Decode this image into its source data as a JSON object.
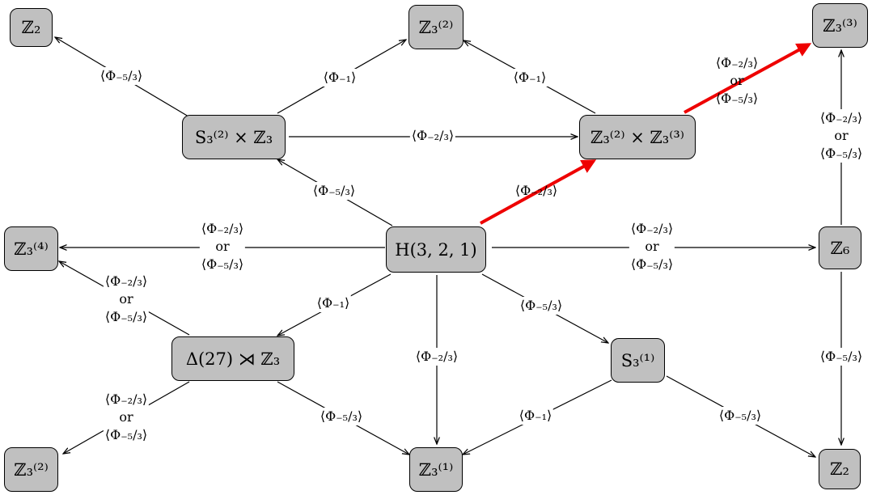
{
  "nodes": {
    "z2_top": "ℤ₂",
    "z3_2_top": "ℤ₃⁽²⁾",
    "z3_3_top": "ℤ₃⁽³⁾",
    "s3_2_x_z3": "S₃⁽²⁾ × ℤ₃",
    "z3_2_x_z3_3": "ℤ₃⁽²⁾ × ℤ₃⁽³⁾",
    "z3_4": "ℤ₃⁽⁴⁾",
    "h321": "H(3, 2, 1)",
    "z6": "ℤ₆",
    "delta27": "Δ(27) ⋊ ℤ₃",
    "s3_1": "S₃⁽¹⁾",
    "z3_2_bottom": "ℤ₃⁽²⁾",
    "z3_1_bottom": "ℤ₃⁽¹⁾",
    "z2_bottom": "ℤ₂"
  },
  "labels": {
    "phi_m1": "⟨Φ₋₁⟩",
    "phi_m23": "⟨Φ₋₂/₃⟩",
    "phi_m53": "⟨Φ₋₅/₃⟩",
    "or": "or"
  },
  "colors": {
    "node_fill": "#c0c0c0",
    "edge": "#000000",
    "highlight": "#ee0000"
  }
}
